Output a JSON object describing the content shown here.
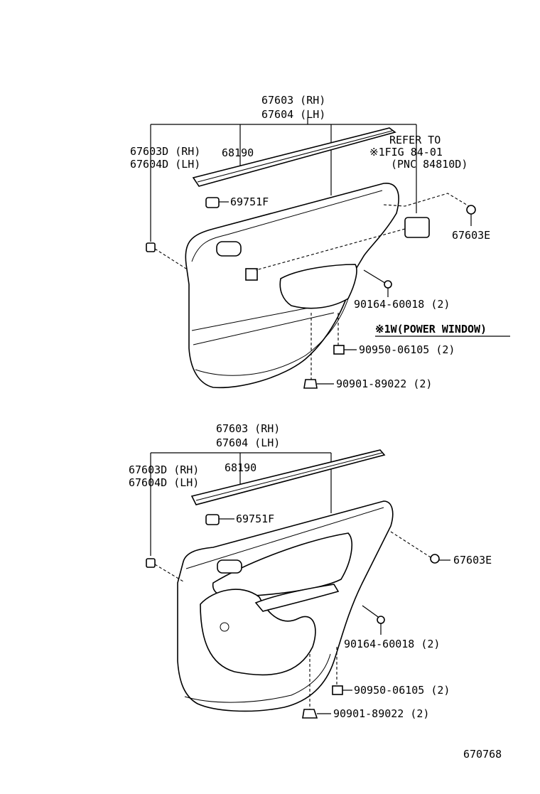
{
  "top": {
    "part_rh": "67603 (RH)",
    "part_lh": "67604 (LH)",
    "clip_rh": "67603D (RH)",
    "clip_lh": "67604D (LH)",
    "weatherstrip": "68190",
    "retainer": "69751F",
    "refer_line1": "REFER TO",
    "refer_line2": "※1FIG 84-01",
    "refer_line3": "(PNC 84810D)",
    "screw_e": "67603E",
    "screw_bolt": "90164-60018 (2)",
    "note": "※1W(POWER WINDOW)",
    "nut": "90950-06105 (2)",
    "clip": "90901-89022 (2)"
  },
  "bottom": {
    "part_rh": "67603 (RH)",
    "part_lh": "67604 (LH)",
    "clip_rh": "67603D (RH)",
    "clip_lh": "67604D (LH)",
    "weatherstrip": "68190",
    "retainer": "69751F",
    "screw_e": "67603E",
    "screw_bolt": "90164-60018 (2)",
    "nut": "90950-06105 (2)",
    "clip": "90901-89022 (2)"
  },
  "figure_number": "670768"
}
